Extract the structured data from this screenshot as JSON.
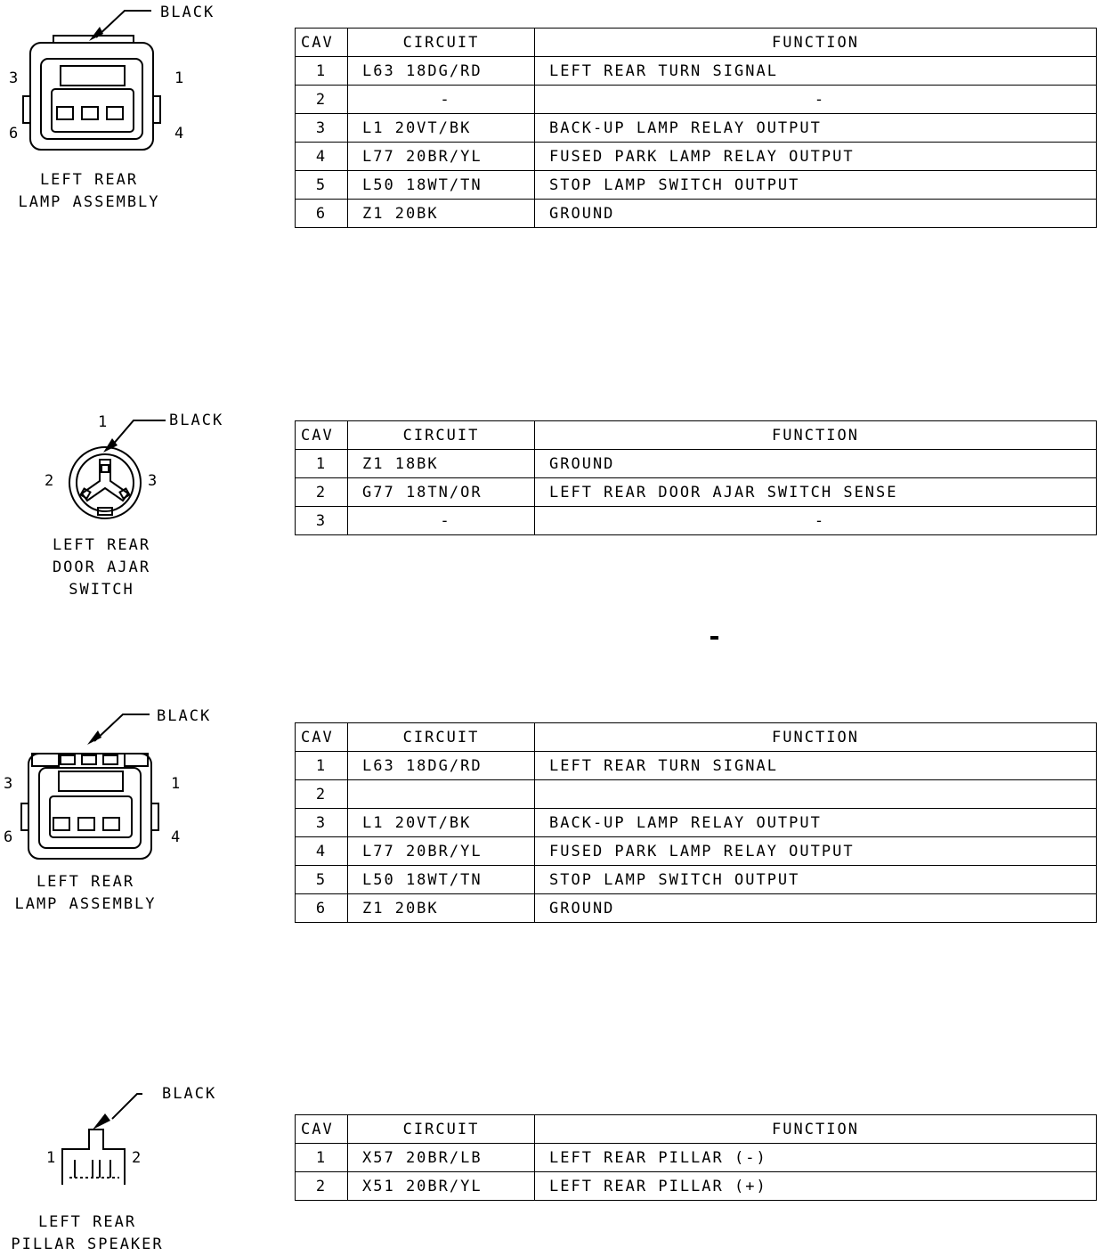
{
  "header_labels": {
    "cav": "CAV",
    "circuit": "CIRCUIT",
    "function": "FUNCTION"
  },
  "connectors": [
    {
      "id": "left-rear-lamp-assembly-1",
      "color_label": "BLACK",
      "name_lines": [
        "LEFT REAR",
        "LAMP ASSEMBLY"
      ],
      "pin_labels": [
        "3",
        "1",
        "6",
        "4"
      ],
      "rows": [
        {
          "cav": "1",
          "circuit": "L63 18DG/RD",
          "function": "LEFT REAR TURN SIGNAL"
        },
        {
          "cav": "2",
          "circuit": "-",
          "function": "-"
        },
        {
          "cav": "3",
          "circuit": "L1 20VT/BK",
          "function": "BACK-UP LAMP RELAY OUTPUT"
        },
        {
          "cav": "4",
          "circuit": "L77 20BR/YL",
          "function": "FUSED PARK LAMP RELAY OUTPUT"
        },
        {
          "cav": "5",
          "circuit": "L50 18WT/TN",
          "function": "STOP LAMP SWITCH OUTPUT"
        },
        {
          "cav": "6",
          "circuit": "Z1 20BK",
          "function": "GROUND"
        }
      ]
    },
    {
      "id": "left-rear-door-ajar-switch",
      "color_label": "BLACK",
      "name_lines": [
        "LEFT REAR",
        "DOOR AJAR",
        "SWITCH"
      ],
      "pin_labels": [
        "1",
        "2",
        "3"
      ],
      "rows": [
        {
          "cav": "1",
          "circuit": "Z1 18BK",
          "function": "GROUND"
        },
        {
          "cav": "2",
          "circuit": "G77 18TN/OR",
          "function": "LEFT REAR DOOR AJAR SWITCH SENSE"
        },
        {
          "cav": "3",
          "circuit": "-",
          "function": "-"
        }
      ]
    },
    {
      "id": "left-rear-lamp-assembly-2",
      "color_label": "BLACK",
      "name_lines": [
        "LEFT REAR",
        "LAMP ASSEMBLY"
      ],
      "pin_labels": [
        "3",
        "1",
        "6",
        "4"
      ],
      "rows": [
        {
          "cav": "1",
          "circuit": "L63 18DG/RD",
          "function": "LEFT REAR TURN SIGNAL"
        },
        {
          "cav": "2",
          "circuit": "",
          "function": ""
        },
        {
          "cav": "3",
          "circuit": "L1 20VT/BK",
          "function": "BACK-UP LAMP RELAY OUTPUT"
        },
        {
          "cav": "4",
          "circuit": "L77 20BR/YL",
          "function": "FUSED PARK LAMP RELAY OUTPUT"
        },
        {
          "cav": "5",
          "circuit": "L50 18WT/TN",
          "function": "STOP LAMP SWITCH OUTPUT"
        },
        {
          "cav": "6",
          "circuit": "Z1 20BK",
          "function": "GROUND"
        }
      ]
    },
    {
      "id": "left-rear-pillar-speaker",
      "color_label": "BLACK",
      "name_lines": [
        "LEFT REAR",
        "PILLAR SPEAKER"
      ],
      "pin_labels": [
        "1",
        "2"
      ],
      "rows": [
        {
          "cav": "1",
          "circuit": "X57 20BR/LB",
          "function": "LEFT REAR PILLAR (-)"
        },
        {
          "cav": "2",
          "circuit": "X51 20BR/YL",
          "function": "LEFT REAR PILLAR (+)"
        }
      ]
    }
  ]
}
